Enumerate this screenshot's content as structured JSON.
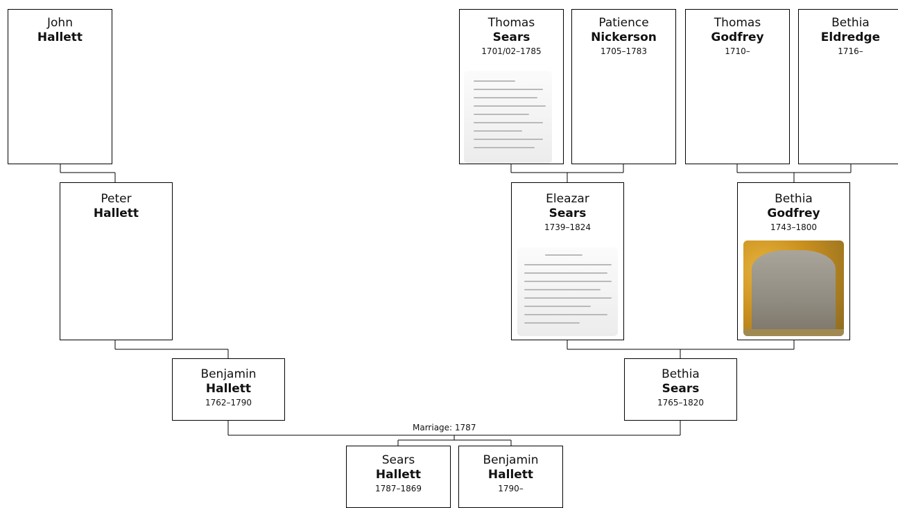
{
  "people": {
    "john_hallett": {
      "given": "John",
      "surname": "Hallett",
      "dates": ""
    },
    "peter_hallett": {
      "given": "Peter",
      "surname": "Hallett",
      "dates": ""
    },
    "benjamin_hallett": {
      "given": "Benjamin",
      "surname": "Hallett",
      "dates": "1762–1790"
    },
    "thomas_sears": {
      "given": "Thomas",
      "surname": "Sears",
      "dates": "1701/02–1785"
    },
    "patience_nickerson": {
      "given": "Patience",
      "surname": "Nickerson",
      "dates": "1705–1783"
    },
    "thomas_godfrey": {
      "given": "Thomas",
      "surname": "Godfrey",
      "dates": "1710–"
    },
    "bethia_eldredge": {
      "given": "Bethia",
      "surname": "Eldredge",
      "dates": "1716–"
    },
    "eleazar_sears": {
      "given": "Eleazar",
      "surname": "Sears",
      "dates": "1739–1824"
    },
    "bethia_godfrey": {
      "given": "Bethia",
      "surname": "Godfrey",
      "dates": "1743–1800"
    },
    "bethia_sears": {
      "given": "Bethia",
      "surname": "Sears",
      "dates": "1765–1820"
    },
    "sears_hallett": {
      "given": "Sears",
      "surname": "Hallett",
      "dates": "1787–1869"
    },
    "benjamin_hallett_jr": {
      "given": "Benjamin",
      "surname": "Hallett",
      "dates": "1790–"
    }
  },
  "marriage": {
    "label": "Marriage: 1787"
  },
  "thumbnails": {
    "thomas_sears": "document-scan",
    "eleazar_sears": "document-scan",
    "bethia_godfrey": "gravestone-photo"
  },
  "colors": {
    "border": "#000000",
    "background": "#ffffff",
    "text": "#111111"
  }
}
